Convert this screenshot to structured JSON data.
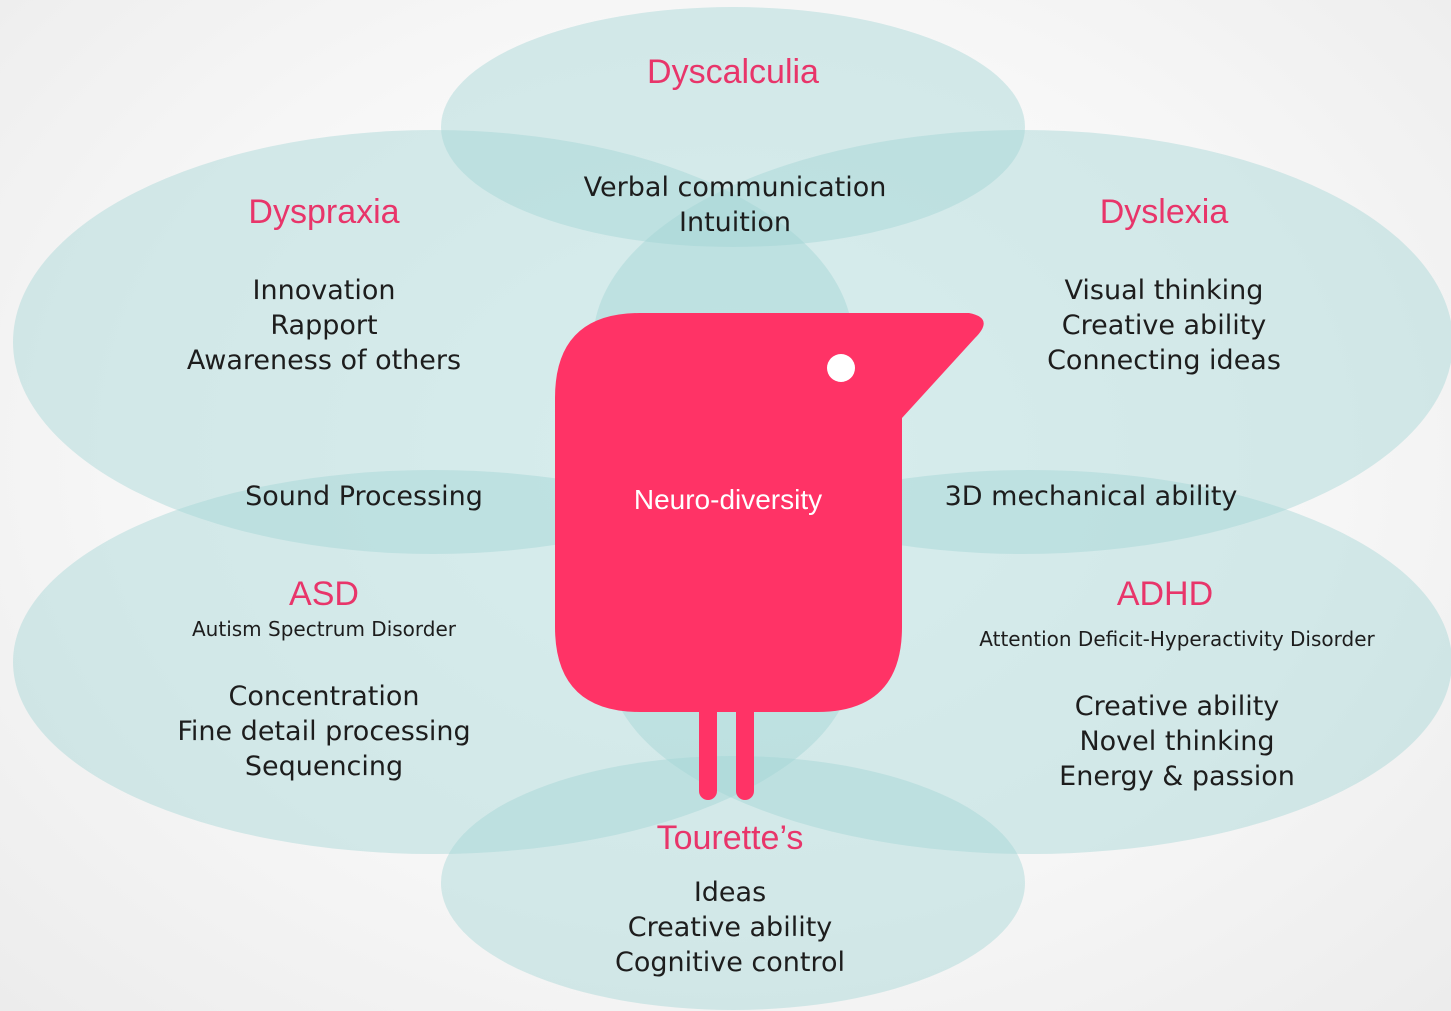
{
  "center": {
    "label": "Neuro-diversity"
  },
  "petals": {
    "dyscalculia": {
      "title": "Dyscalculia",
      "strengths": []
    },
    "dyspraxia": {
      "title": "Dyspraxia",
      "strengths": [
        "Innovation",
        "Rapport",
        "Awareness of others"
      ]
    },
    "dyslexia": {
      "title": "Dyslexia",
      "strengths": [
        "Visual thinking",
        "Creative ability",
        "Connecting ideas"
      ]
    },
    "asd": {
      "title": "ASD",
      "subtitle": "Autism Spectrum Disorder",
      "strengths": [
        "Concentration",
        "Fine detail processing",
        "Sequencing"
      ]
    },
    "adhd": {
      "title": "ADHD",
      "subtitle": "Attention Deficit-Hyperactivity Disorder",
      "strengths": [
        "Creative ability",
        "Novel thinking",
        "Energy & passion"
      ]
    },
    "tourettes": {
      "title": "Tourette’s",
      "strengths": [
        "Ideas",
        "Creative ability",
        "Cognitive control"
      ]
    }
  },
  "overlaps": {
    "top": [
      "Verbal communication",
      "Intuition"
    ],
    "left": "Sound Processing",
    "right": "3D mechanical ability"
  },
  "colors": {
    "petal_fill": "#9fd3d4",
    "heading": "#e8356a",
    "bird": "#ff3366",
    "text": "#1d1d1d"
  }
}
